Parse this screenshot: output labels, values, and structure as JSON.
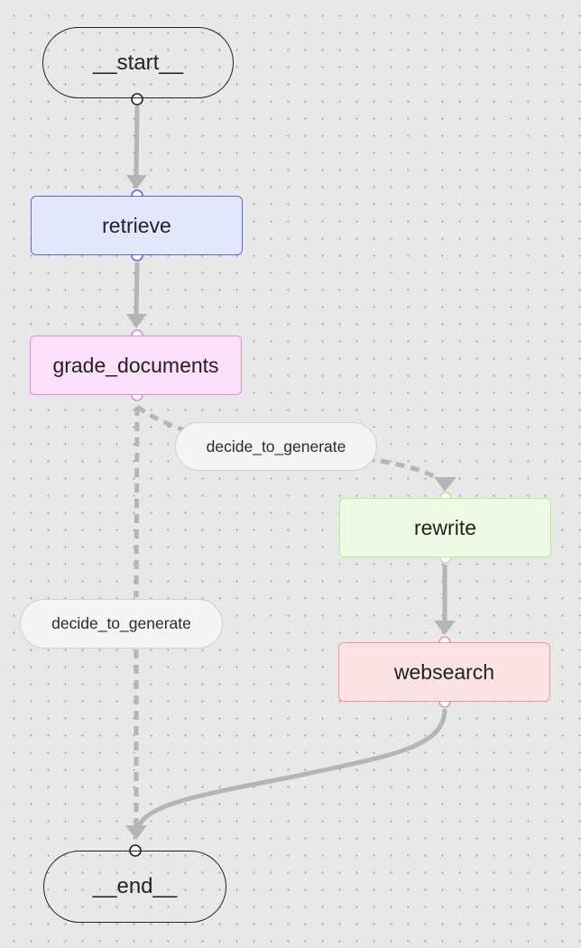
{
  "nodes": {
    "start": {
      "label": "__start__"
    },
    "retrieve": {
      "label": "retrieve",
      "border": "#5b6ad6",
      "fill": "#e3e7fb"
    },
    "grade_documents": {
      "label": "grade_documents",
      "border": "#e48ae4",
      "fill": "#fae0f8"
    },
    "rewrite": {
      "label": "rewrite",
      "border": "#b9eb96",
      "fill": "#eefbe4"
    },
    "websearch": {
      "label": "websearch",
      "border": "#e89a9a",
      "fill": "#fbe3e3"
    },
    "end": {
      "label": "__end__"
    }
  },
  "edge_labels": {
    "to_rewrite": "decide_to_generate",
    "to_end": "decide_to_generate"
  },
  "edges": [
    {
      "from": "__start__",
      "to": "retrieve",
      "style": "solid"
    },
    {
      "from": "retrieve",
      "to": "grade_documents",
      "style": "solid"
    },
    {
      "from": "grade_documents",
      "to": "rewrite",
      "style": "dashed",
      "label": "decide_to_generate"
    },
    {
      "from": "grade_documents",
      "to": "__end__",
      "style": "dashed",
      "label": "decide_to_generate"
    },
    {
      "from": "rewrite",
      "to": "websearch",
      "style": "solid"
    },
    {
      "from": "websearch",
      "to": "__end__",
      "style": "solid"
    }
  ],
  "colors": {
    "edge": "#b5b5b5",
    "terminal_border": "#222222",
    "handle_fill": "#ffffff"
  }
}
